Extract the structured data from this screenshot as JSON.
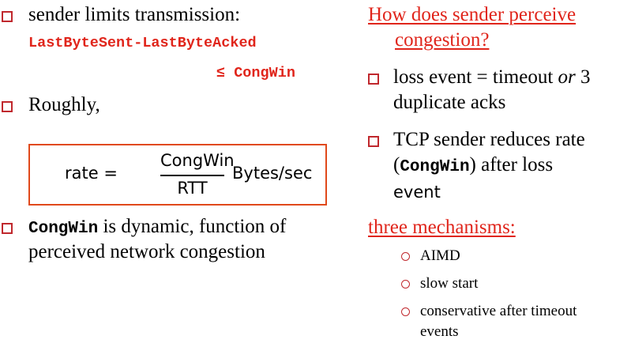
{
  "colors": {
    "accent_red": "#e0251b",
    "bullet_red": "#c0282d",
    "box_border": "#e0491b"
  },
  "left": {
    "b1_text": "sender limits transmission:",
    "code_line1": "LastByteSent-LastByteAcked",
    "code_line2": "≤ CongWin",
    "b2_text": "Roughly,",
    "formula": {
      "lhs": "rate =",
      "numerator": "CongWin",
      "denominator": "RTT",
      "units": "Bytes/sec"
    },
    "b3_code": "CongWin",
    "b3_text": " is dynamic, function of",
    "b3_line2": "perceived network congestion"
  },
  "right": {
    "heading_line1": "How does  sender perceive",
    "heading_line2": "congestion?",
    "b1_text": "loss event = timeout ",
    "b1_or": "or",
    "b1_tail": " 3",
    "b1_line2": "duplicate acks",
    "b2_text": "TCP sender reduces rate",
    "b2_open": "(",
    "b2_code": "CongWin",
    "b2_close": ") after loss",
    "b2_line3": "event",
    "mechanisms_heading": "three mechanisms:",
    "sub_items": [
      "AIMD",
      "slow start",
      "conservative after timeout",
      "events"
    ]
  }
}
